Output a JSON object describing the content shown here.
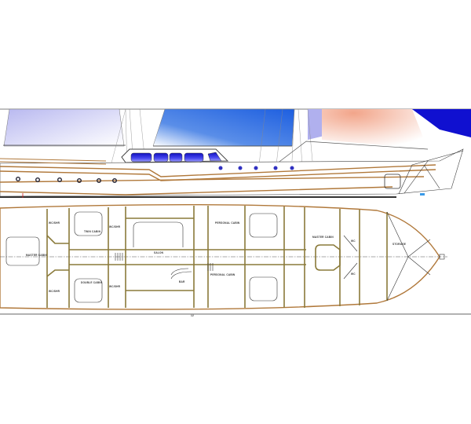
{
  "drawing": {
    "title": "Yacht general arrangement",
    "colors": {
      "hull_trim": "#b0783a",
      "walls": "#8a7a3a",
      "sail_blue": "#1e5fe0",
      "sail_deep": "#1010d0",
      "sail_pale": "#c8c8f4",
      "sail_peach": "#f2b9a2",
      "window_blue": "#2020d8"
    },
    "labels": {
      "aft_master": "MASTER CABIN",
      "twin_cabin": "TWIN CABIN",
      "double_cabin": "DOUBLE CABIN",
      "wc_shr_1": "WC/SHR",
      "wc_shr_2": "WC/SHR",
      "wc_shr_3": "WC/SHR",
      "wc_shr_4": "WC/SHR",
      "salon": "SALON",
      "bar": "BAR",
      "personal_cabin_1": "PERSONAL CABIN",
      "personal_cabin_2": "PERSONAL CABIN",
      "fwd_master": "MASTER CABIN",
      "wc_1": "WC",
      "wc_2": "WC",
      "storage": "STORAGE",
      "scale_mark": "12"
    }
  }
}
